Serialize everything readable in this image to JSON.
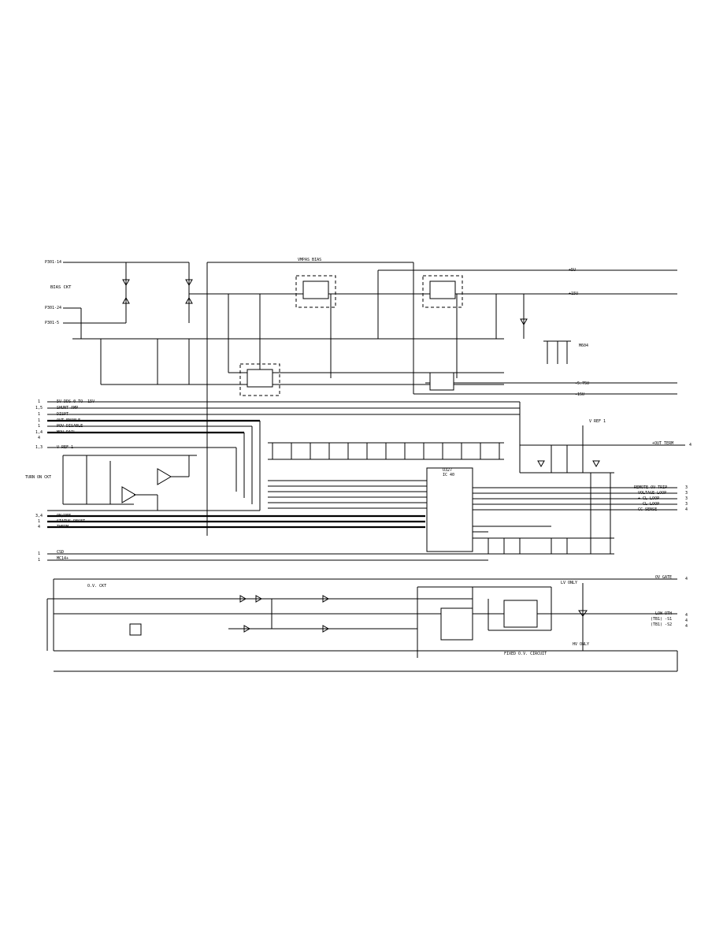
{
  "top": {
    "ps_labels": [
      "P301-14",
      "P301-24",
      "P301-5"
    ],
    "bias_ckt": "BIAS CKT",
    "vmp": "VMPAS BIAS",
    "rails": [
      "+5U",
      "+15U",
      "-5.75U",
      "-15U"
    ],
    "mod": "M604"
  },
  "mid": {
    "signals": [
      "5V DDS 0 TO -15V",
      "SHUNT AMP",
      "DISPT",
      "OVT ENABLE",
      "POV DISABLE",
      "MOV RAIL",
      "V REF 1"
    ],
    "sig_nums": [
      "1",
      "1,5",
      "1",
      "1",
      "1",
      "1,4",
      "4",
      "1,3"
    ],
    "turn_on": "TURN ON CKT",
    "outputs": [
      "REMOTE OV TRIP",
      "VOLTAGE LOOP",
      "+ CL LOOP",
      "- CL LOOP",
      "CC SENSE"
    ],
    "out_nums": [
      "3",
      "3",
      "3",
      "3",
      "4"
    ],
    "status": [
      "ON/OFF",
      "STATUS RESET",
      "THERM"
    ],
    "status_nums": [
      "3,4",
      "1",
      "4"
    ],
    "main_ic": "U327",
    "main_ic2": "IC 40",
    "vref": "V REF 1",
    "out_term": "+OUT TERM",
    "out_num": "4"
  },
  "bottom": {
    "ov_ckt": "O.V. CKT",
    "ov_gate": "OV GATE",
    "ov_gate_num": "4",
    "outs": [
      "LOW OTH",
      "(TB1) -S1",
      "(TB1) -S2"
    ],
    "out_nums": [
      "4",
      "4",
      "4"
    ],
    "lv_only": "LV ONLY",
    "hv_only": "HV ONLY",
    "fixed": "FIXED O.V. CIRCUIT",
    "csd": "CSD",
    "vpt": "MC14+",
    "sig_left_nums": [
      "1",
      "1"
    ]
  }
}
